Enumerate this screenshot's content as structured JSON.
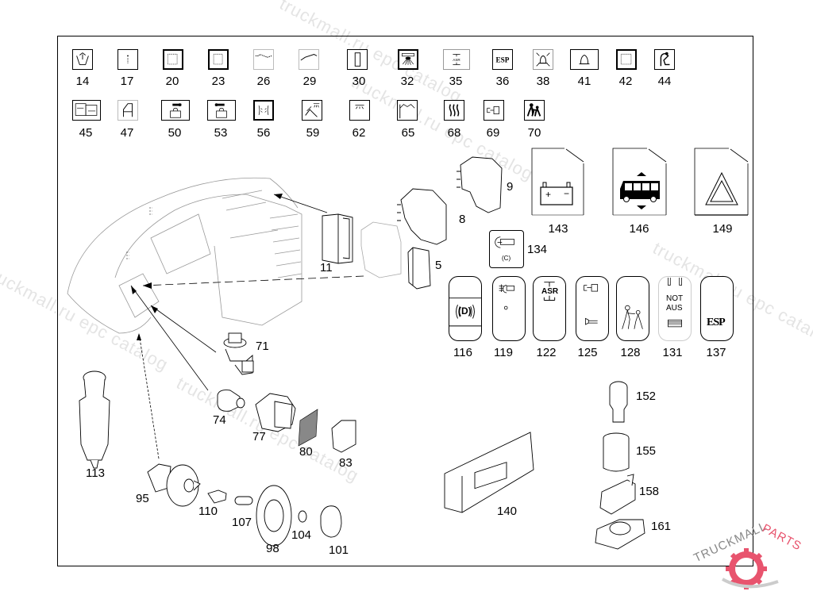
{
  "diagram": {
    "title": "Switches and control elements - dashboard exploded view",
    "icon_row_1": [
      {
        "num": "14",
        "icon": "washer-fluid-icon"
      },
      {
        "num": "17",
        "icon": "info-icon"
      },
      {
        "num": "20",
        "icon": "door-left-icon"
      },
      {
        "num": "23",
        "icon": "door-right-icon"
      },
      {
        "num": "26",
        "icon": "tilt-cab-icon"
      },
      {
        "num": "29",
        "icon": "raise-cab-icon"
      },
      {
        "num": "30",
        "icon": "door-narrow-icon"
      },
      {
        "num": "32",
        "icon": "interior-light-icon"
      },
      {
        "num": "35",
        "icon": "asr-axle-icon"
      },
      {
        "num": "36",
        "icon": "esp-icon"
      },
      {
        "num": "38",
        "icon": "alarm-bell-active-icon"
      },
      {
        "num": "41",
        "icon": "bell-icon"
      },
      {
        "num": "42",
        "icon": "roof-hatch-icon"
      },
      {
        "num": "44",
        "icon": "seat-driver-icon"
      }
    ],
    "icon_row_2": [
      {
        "num": "45",
        "icon": "control-panel-icon"
      },
      {
        "num": "47",
        "icon": "door-open-icon"
      },
      {
        "num": "50",
        "icon": "key-lock-closed-icon"
      },
      {
        "num": "53",
        "icon": "key-lock-open-icon"
      },
      {
        "num": "56",
        "icon": "mirror-heating-icon"
      },
      {
        "num": "59",
        "icon": "work-lamp-icon"
      },
      {
        "num": "62",
        "icon": "reading-lamp-icon"
      },
      {
        "num": "65",
        "icon": "roof-light-icon"
      },
      {
        "num": "68",
        "icon": "heating-icon"
      },
      {
        "num": "69",
        "icon": "retarder-icon"
      },
      {
        "num": "70",
        "icon": "school-children-icon"
      }
    ],
    "large_plates": [
      {
        "num": "143",
        "icon": "battery-icon",
        "plus": "+",
        "minus": "−"
      },
      {
        "num": "146",
        "icon": "bus-level-icon"
      },
      {
        "num": "149",
        "icon": "hazard-warning-icon"
      }
    ],
    "switch_134": {
      "num": "134",
      "icon": "parking-light-icon",
      "sub": "(C)"
    },
    "rocker_switches": [
      {
        "num": "116",
        "icon": "parking-brake-icon",
        "text": "(D)"
      },
      {
        "num": "119",
        "icon": "fog-light-icon"
      },
      {
        "num": "122",
        "icon": "asr-icon",
        "text": "ASR"
      },
      {
        "num": "125",
        "icon": "horn-retarder-icon"
      },
      {
        "num": "128",
        "icon": "school-children-icon"
      },
      {
        "num": "131",
        "icon": "emergency-stop-icon",
        "text_1": "NOT",
        "text_2": "AUS"
      },
      {
        "num": "137",
        "icon": "esp-icon",
        "text": "ESP"
      }
    ],
    "parts": [
      {
        "num": "5"
      },
      {
        "num": "8"
      },
      {
        "num": "9"
      },
      {
        "num": "11"
      },
      {
        "num": "71"
      },
      {
        "num": "74"
      },
      {
        "num": "77"
      },
      {
        "num": "80"
      },
      {
        "num": "83"
      },
      {
        "num": "95"
      },
      {
        "num": "98"
      },
      {
        "num": "101"
      },
      {
        "num": "104"
      },
      {
        "num": "107"
      },
      {
        "num": "110"
      },
      {
        "num": "113"
      },
      {
        "num": "140"
      },
      {
        "num": "152"
      },
      {
        "num": "155"
      },
      {
        "num": "158"
      },
      {
        "num": "161"
      }
    ]
  },
  "watermarks": [
    "truckmall.ru epc catalog",
    "truckmall.ru epc catalog",
    "truckmall.ru epc catalog",
    "truckmall.ru epc catalog",
    "truckmall.ru epc catalog"
  ],
  "logo": {
    "text_1": "TRUCKMALL",
    "text_2": "PARTS",
    "accent": "#e8546e"
  }
}
